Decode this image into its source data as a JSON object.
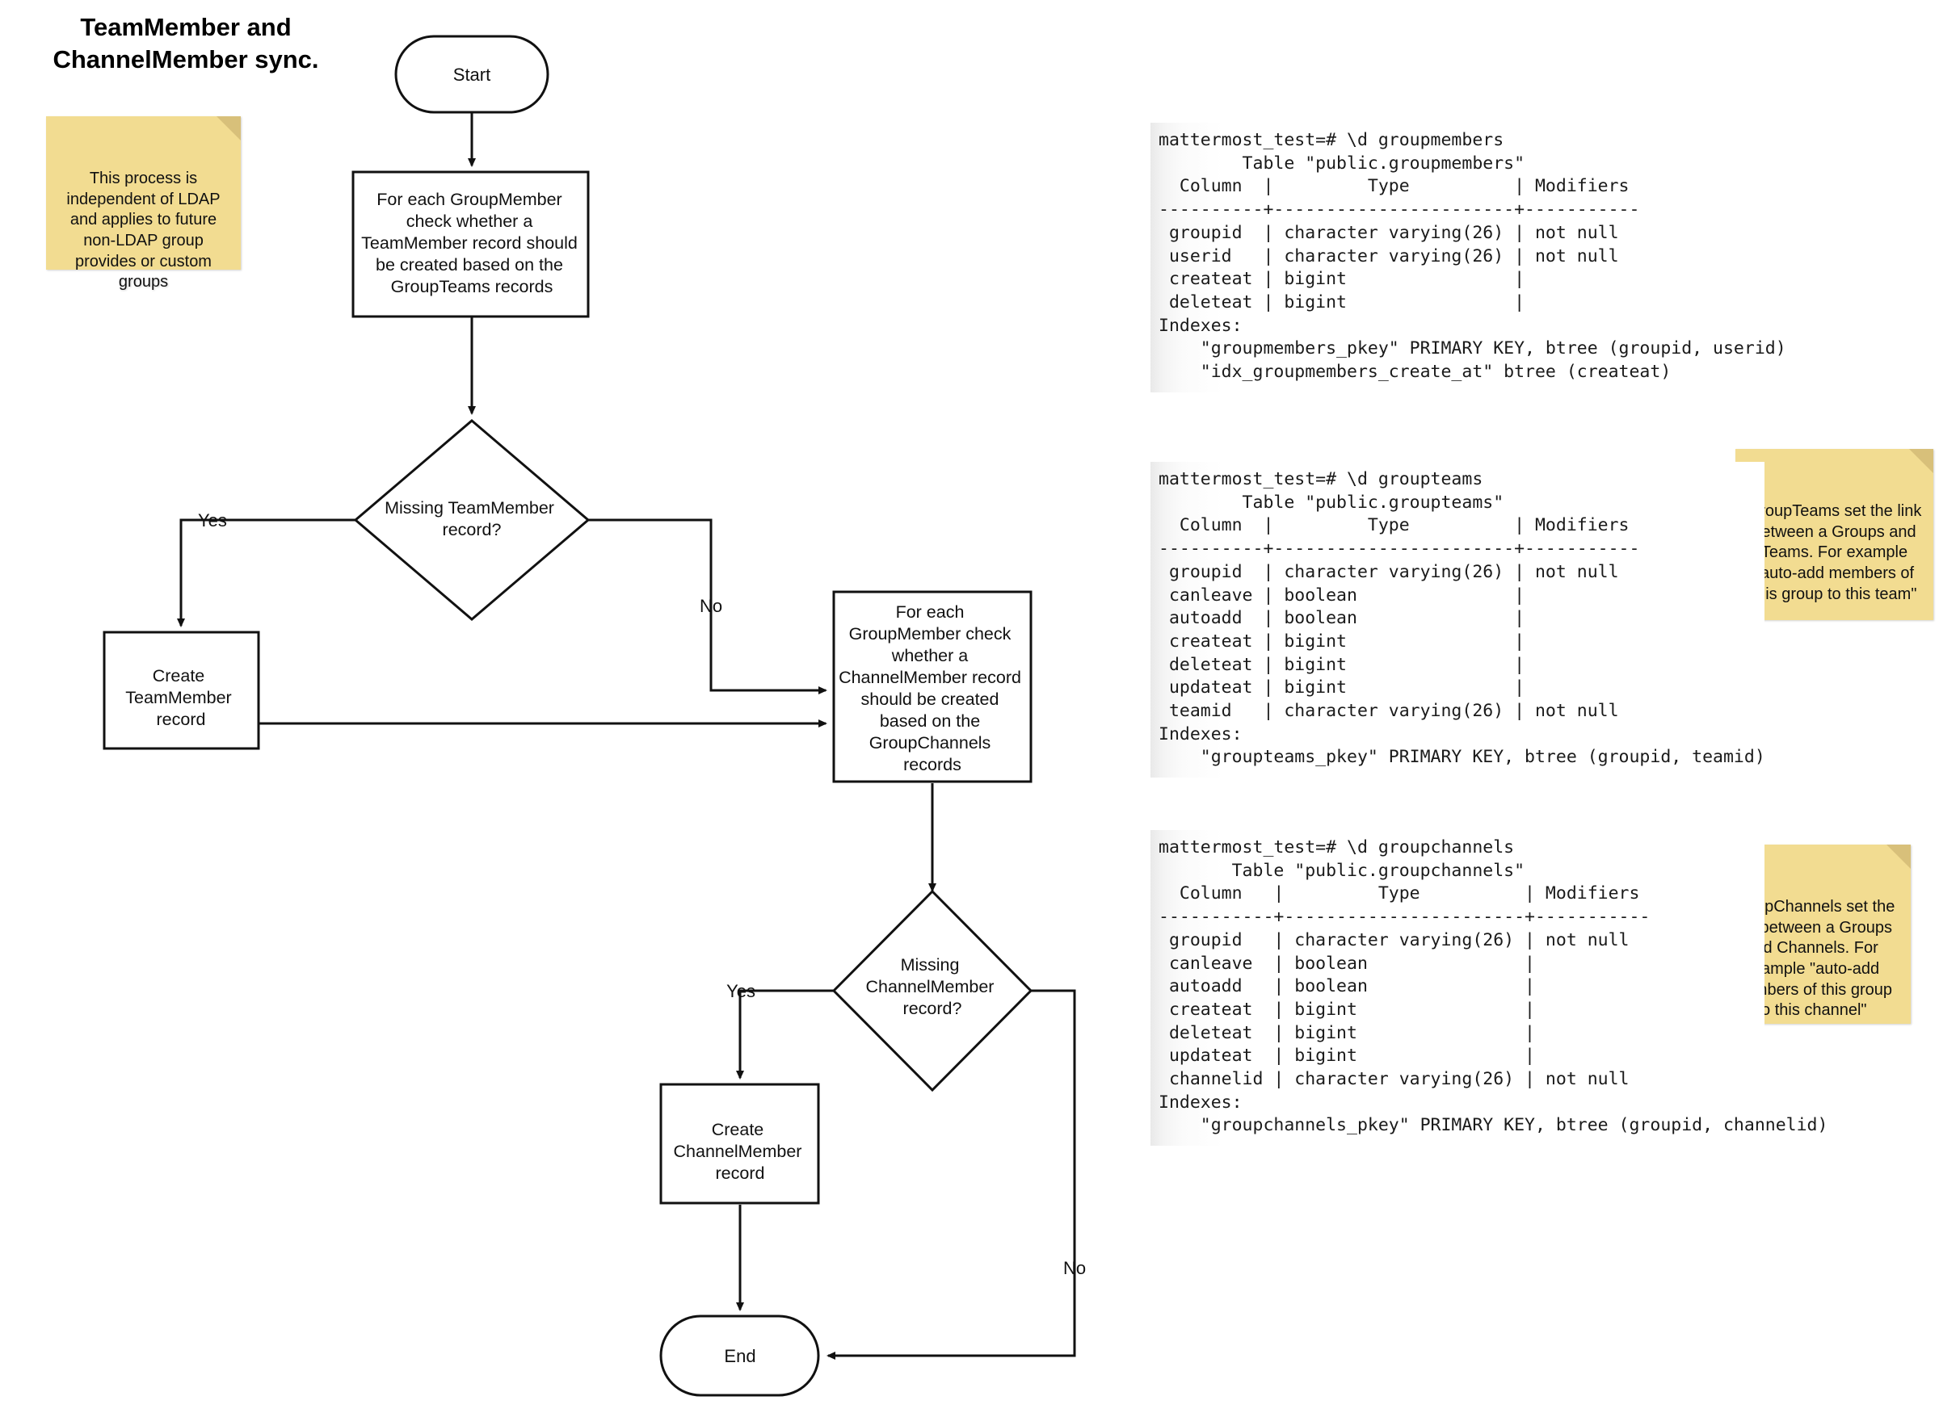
{
  "title": "TeamMember and\nChannelMember sync.",
  "flowchart": {
    "nodes": {
      "start": "Start",
      "check_team": "For each GroupMember\ncheck whether a\nTeamMember record should\nbe created based on the\nGroupTeams records",
      "decision_team": "Missing TeamMember\nrecord?",
      "create_team": "Create\nTeamMember\nrecord",
      "check_channel": "For each\nGroupMember check\nwhether a\nChannelMember record\nshould be created\nbased on the\nGroupChannels\nrecords",
      "decision_channel": "Missing\nChannelMember\nrecord?",
      "create_channel": "Create\nChannelMember\nrecord",
      "end": "End"
    },
    "edge_labels": {
      "team_yes": "Yes",
      "team_no": "No",
      "channel_yes": "Yes",
      "channel_no": "No"
    }
  },
  "notes": [
    {
      "id": "note-ldap",
      "text": "This process is independent of LDAP and applies to future non-LDAP group provides or custom groups"
    },
    {
      "id": "note-groupteams",
      "text": "GroupTeams set the link between a Groups and Teams. For example \"auto-add members of this group to this team\""
    },
    {
      "id": "note-groupchannels",
      "text": "GroupChannels set the link between a Groups and Channels. For example \"auto-add members of this group to this channel\""
    }
  ],
  "terminals": [
    {
      "id": "groupmembers",
      "text": "mattermost_test=# \\d groupmembers\n        Table \"public.groupmembers\"\n  Column  |         Type          | Modifiers \n----------+-----------------------+-----------\n groupid  | character varying(26) | not null\n userid   | character varying(26) | not null\n createat | bigint                |\n deleteat | bigint                |\nIndexes:\n    \"groupmembers_pkey\" PRIMARY KEY, btree (groupid, userid)\n    \"idx_groupmembers_create_at\" btree (createat)"
    },
    {
      "id": "groupteams",
      "text": "mattermost_test=# \\d groupteams\n        Table \"public.groupteams\"\n  Column  |         Type          | Modifiers \n----------+-----------------------+-----------\n groupid  | character varying(26) | not null\n canleave | boolean               |\n autoadd  | boolean               |\n createat | bigint                |\n deleteat | bigint                |\n updateat | bigint                |\n teamid   | character varying(26) | not null\nIndexes:\n    \"groupteams_pkey\" PRIMARY KEY, btree (groupid, teamid)"
    },
    {
      "id": "groupchannels",
      "text": "mattermost_test=# \\d groupchannels\n       Table \"public.groupchannels\"\n  Column   |         Type          | Modifiers \n-----------+-----------------------+-----------\n groupid   | character varying(26) | not null\n canleave  | boolean               |\n autoadd   | boolean               |\n createat  | bigint                |\n deleteat  | bigint                |\n updateat  | bigint                |\n channelid | character varying(26) | not null\nIndexes:\n    \"groupchannels_pkey\" PRIMARY KEY, btree (groupid, channelid)"
    }
  ],
  "colors": {
    "sticky": "#F2DC91",
    "sticky_fold": "#d8c07a",
    "stroke": "#111111",
    "background": "#ffffff"
  }
}
